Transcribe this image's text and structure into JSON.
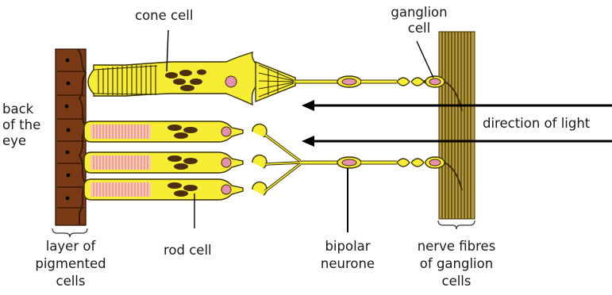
{
  "labels": {
    "cone_cell": "cone cell",
    "ganglion_l1": "ganglion",
    "ganglion_l2": "cell",
    "back_l1": "back",
    "back_l2": "of the",
    "back_l3": "eye",
    "direction": "direction of  light",
    "layer_l1": "layer of",
    "layer_l2": "pigmented",
    "layer_l3": "cells",
    "rod_cell": "rod cell",
    "bipolar_l1": "bipolar",
    "bipolar_l2": "neurone",
    "nerve_l1": "nerve fibres",
    "nerve_l2": "of ganglion",
    "nerve_l3": "cells"
  },
  "colors": {
    "cell_fill": "#f7ee33",
    "nucleus": "#e58fb3",
    "pigment": "#7a3a16",
    "nerve": "#5a4a10"
  }
}
